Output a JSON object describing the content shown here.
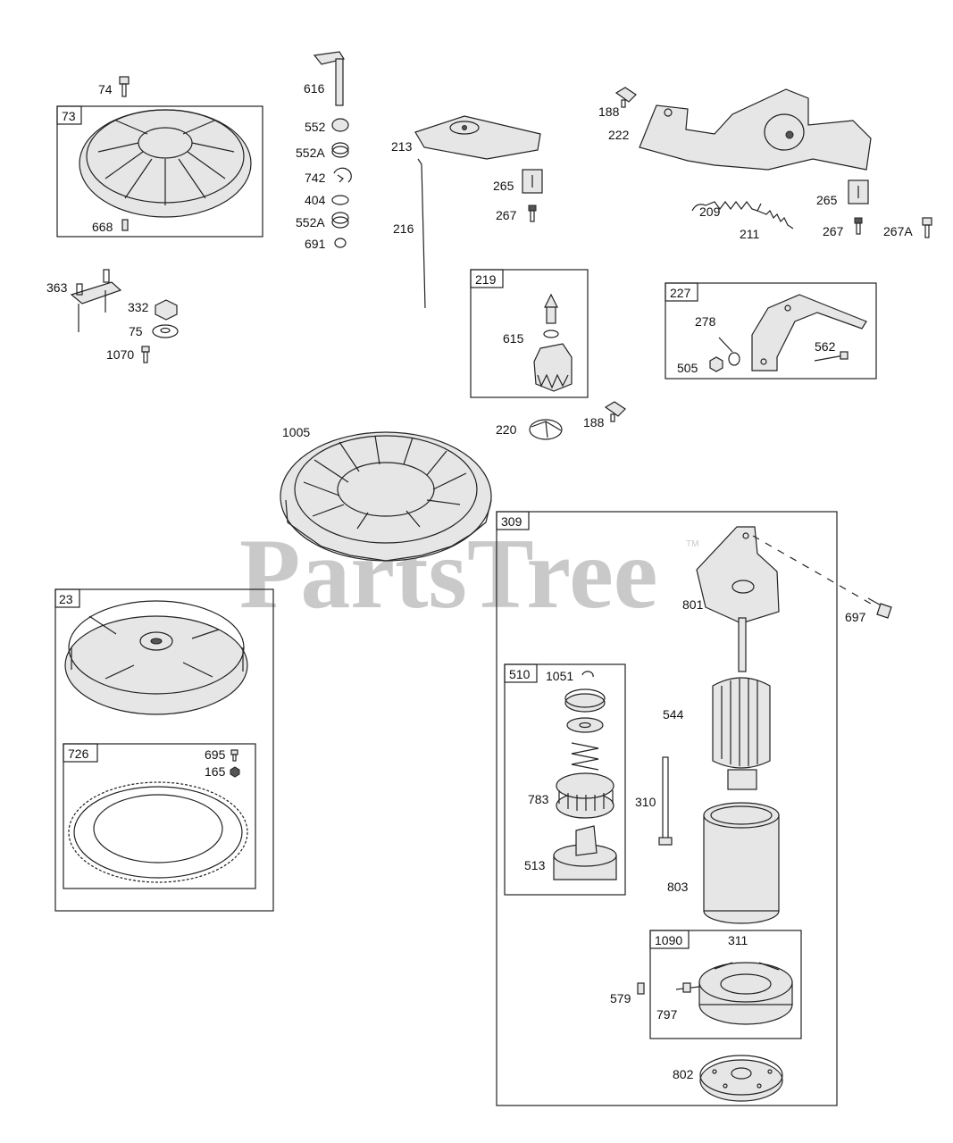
{
  "watermark": {
    "text": "PartsTree",
    "tm": "TM"
  },
  "boxes": [
    {
      "id": "73",
      "label": "73"
    },
    {
      "id": "219",
      "label": "219"
    },
    {
      "id": "227",
      "label": "227"
    },
    {
      "id": "23",
      "label": "23"
    },
    {
      "id": "726",
      "label": "726"
    },
    {
      "id": "309",
      "label": "309"
    },
    {
      "id": "510",
      "label": "510"
    },
    {
      "id": "1090",
      "label": "1090"
    }
  ],
  "callouts": {
    "c74": "74",
    "c668": "668",
    "c616": "616",
    "c552": "552",
    "c552a1": "552A",
    "c742": "742",
    "c404": "404",
    "c552a2": "552A",
    "c691": "691",
    "c213": "213",
    "c216": "216",
    "c265a": "265",
    "c267a": "267",
    "c188a": "188",
    "c222": "222",
    "c209": "209",
    "c211": "211",
    "c265b": "265",
    "c267b": "267",
    "c267A": "267A",
    "c363": "363",
    "c332": "332",
    "c75": "75",
    "c1070": "1070",
    "c615": "615",
    "c278": "278",
    "c505": "505",
    "c562": "562",
    "c220": "220",
    "c188b": "188",
    "c1005": "1005",
    "c801": "801",
    "c697": "697",
    "c1051": "1051",
    "c544": "544",
    "c783": "783",
    "c310": "310",
    "c513": "513",
    "c803": "803",
    "c695": "695",
    "c165": "165",
    "c311": "311",
    "c579": "579",
    "c797": "797",
    "c802": "802"
  }
}
